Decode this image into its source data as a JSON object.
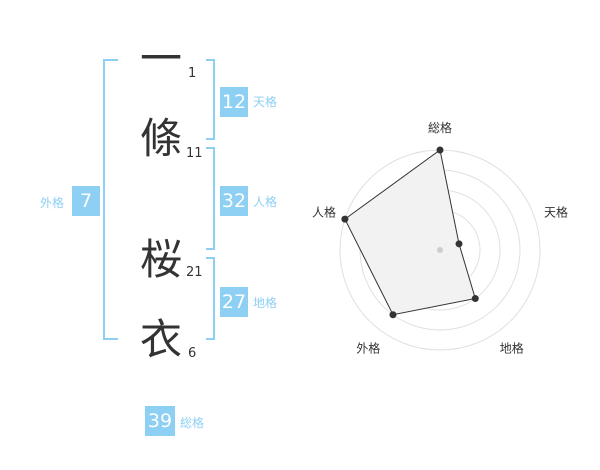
{
  "characters": [
    {
      "kanji": "一",
      "strokes": "1"
    },
    {
      "kanji": "條",
      "strokes": "11"
    },
    {
      "kanji": "桜",
      "strokes": "21"
    },
    {
      "kanji": "衣",
      "strokes": "6"
    }
  ],
  "fortunes": {
    "tenkaku": {
      "value": "12",
      "label": "天格"
    },
    "jinkaku": {
      "value": "32",
      "label": "人格"
    },
    "chikaku": {
      "value": "27",
      "label": "地格"
    },
    "gaikaku": {
      "value": "7",
      "label": "外格"
    },
    "soukaku": {
      "value": "39",
      "label": "総格"
    }
  },
  "colors": {
    "accent": "#8ecff4",
    "text": "#333333",
    "grid": "#e0e0e0",
    "fill": "#f2f2f2"
  },
  "chart_data": {
    "type": "radar",
    "axes": [
      "総格",
      "天格",
      "地格",
      "外格",
      "人格"
    ],
    "levels": 5,
    "values": [
      5,
      1,
      3,
      4,
      5
    ]
  }
}
